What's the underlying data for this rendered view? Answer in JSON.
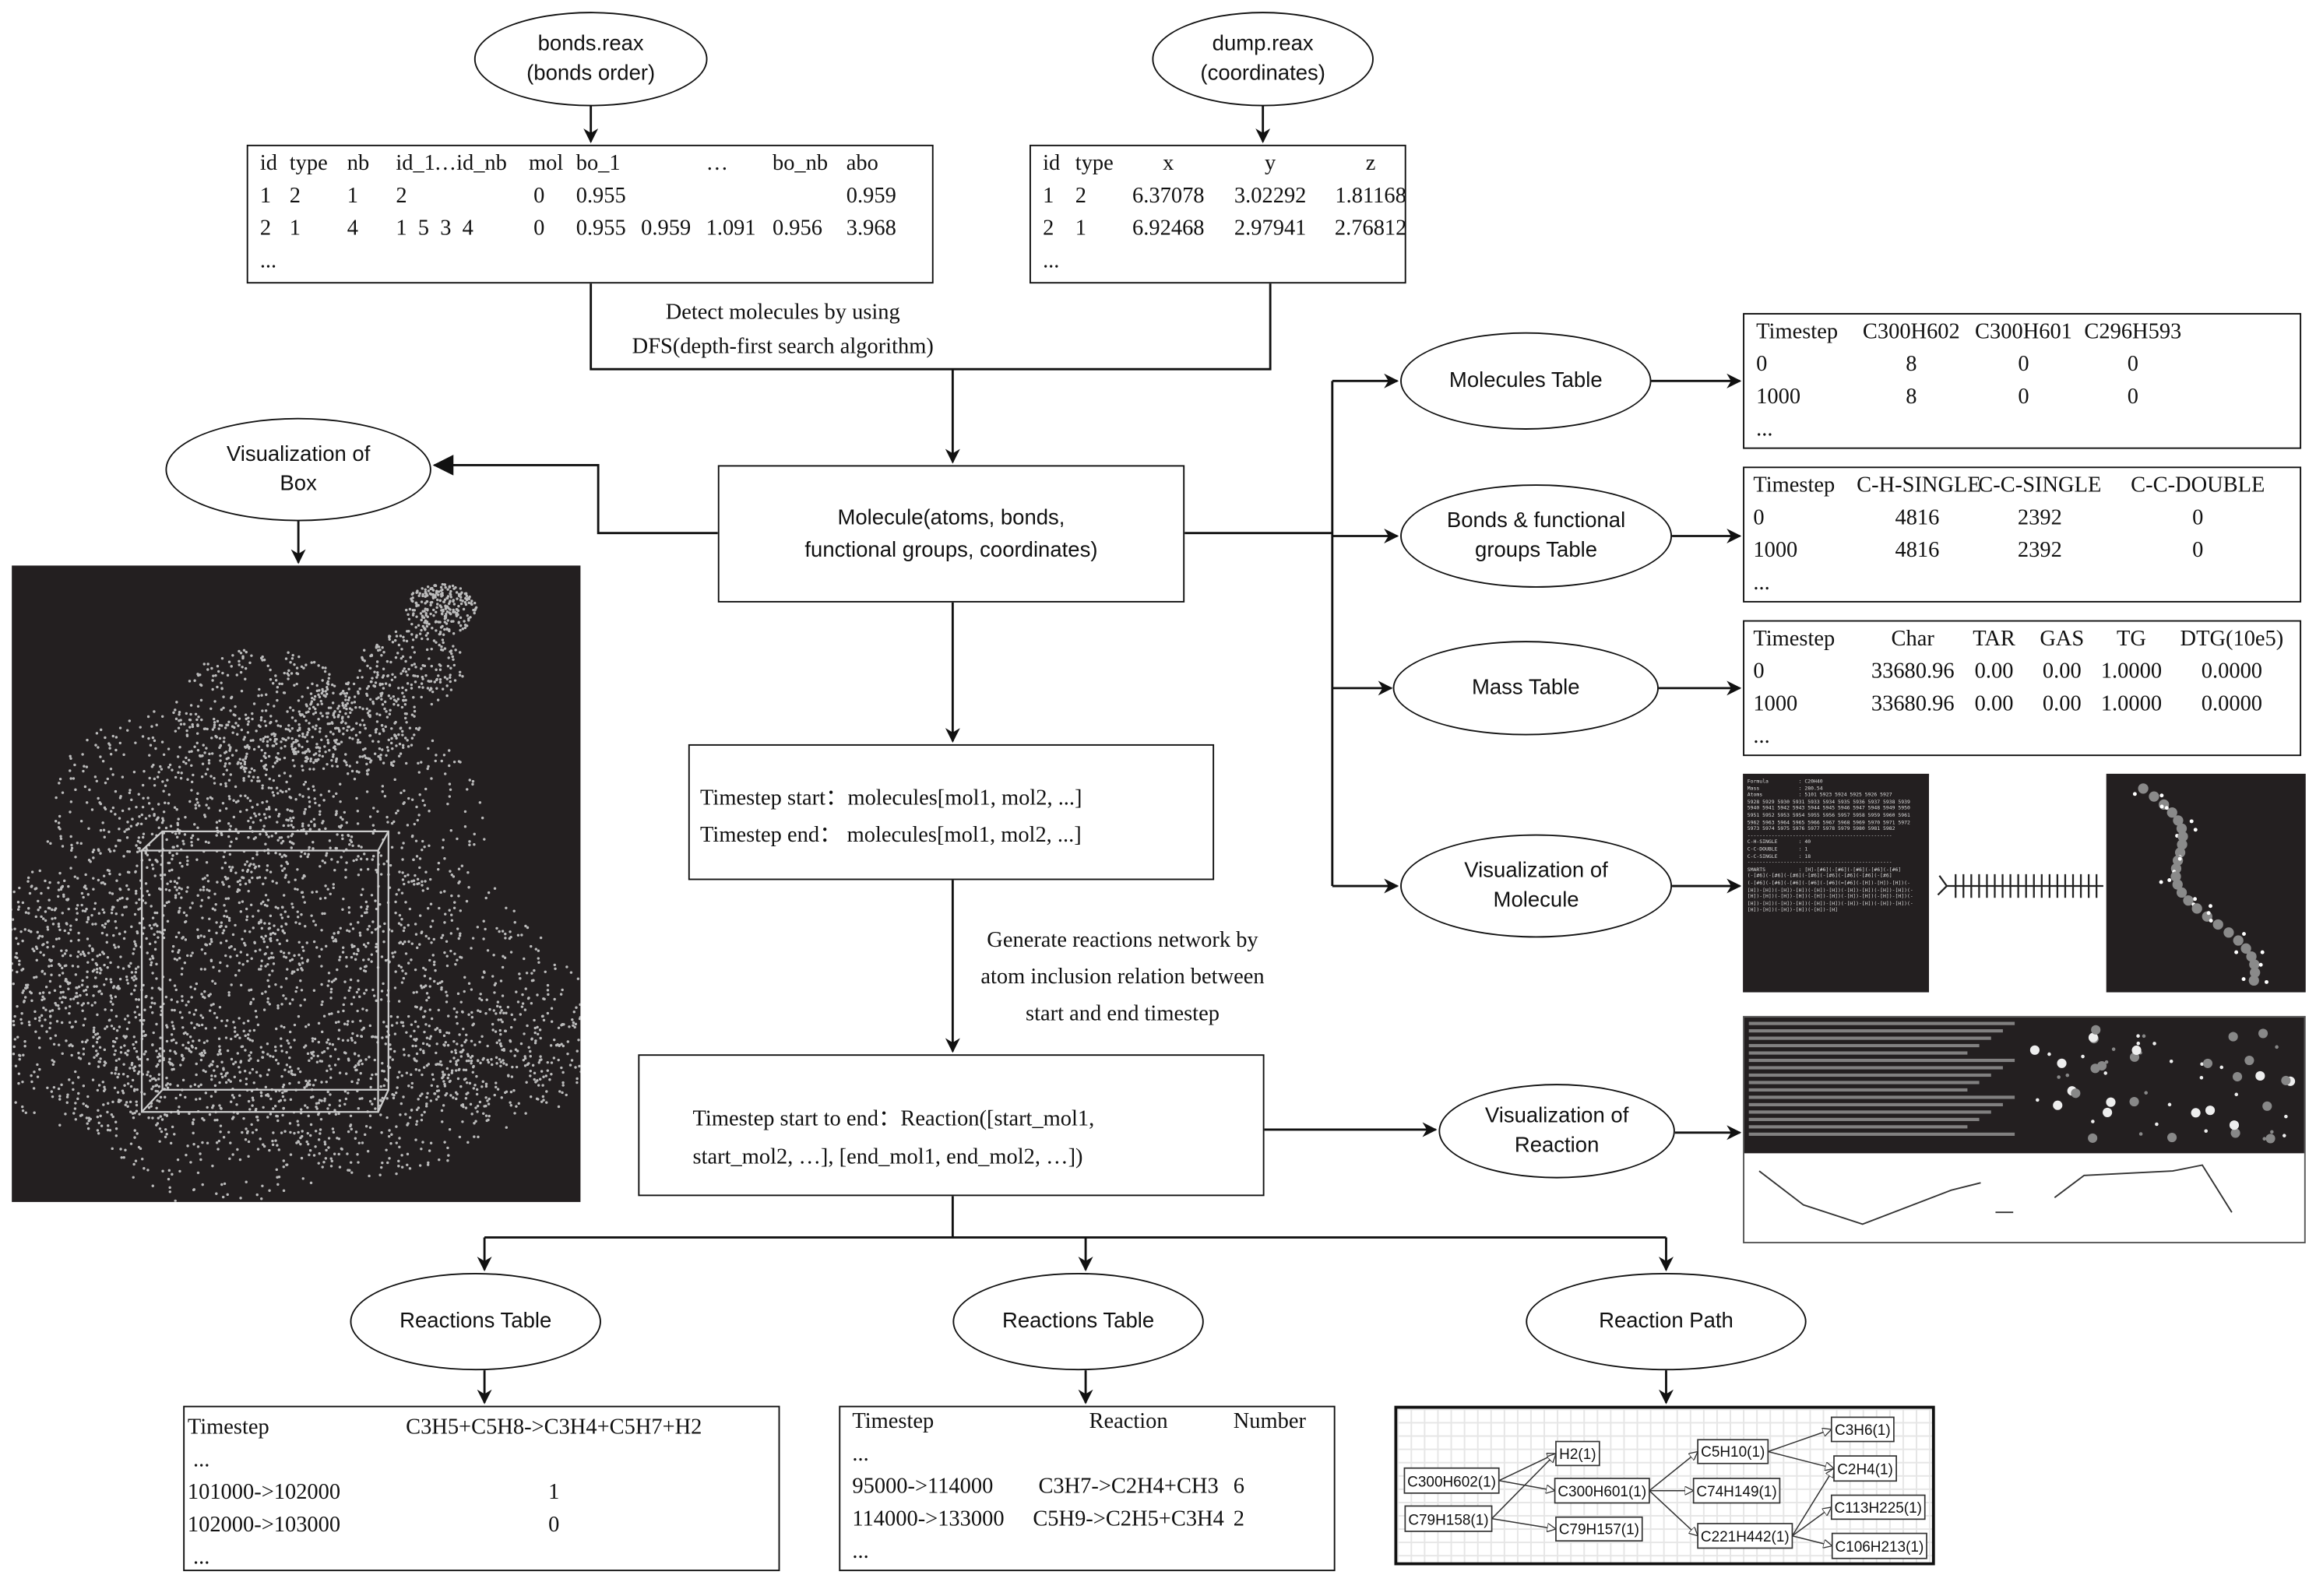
{
  "inputs": {
    "bonds": {
      "title": "bonds.reax",
      "subtitle": "(bonds order)"
    },
    "dump": {
      "title": "dump.reax",
      "subtitle": "(coordinates)"
    }
  },
  "bonds_table": {
    "rows": [
      [
        "id",
        "type",
        "nb",
        "id_1",
        "…id_nb",
        "mol",
        "bo_1",
        "",
        "…",
        "bo_nb",
        "abo"
      ],
      [
        "1",
        "2",
        "1",
        "2",
        "",
        "0",
        "0.955",
        "",
        "",
        "",
        "0.959"
      ],
      [
        "2",
        "1",
        "4",
        "1  5  3  4",
        "",
        "0",
        "0.955",
        "0.959",
        "1.091",
        "0.956",
        "3.968"
      ],
      [
        "..."
      ]
    ]
  },
  "dump_table": {
    "rows": [
      [
        "id",
        "type",
        "x",
        "y",
        "z"
      ],
      [
        "1",
        "2",
        "6.37078",
        "3.02292",
        "1.81168"
      ],
      [
        "2",
        "1",
        "6.92468",
        "2.97941",
        "2.76812"
      ],
      [
        "..."
      ]
    ]
  },
  "detect_note": [
    "Detect molecules by using",
    "DFS(depth-first search algorithm)"
  ],
  "molecule_box": [
    "Molecule(atoms, bonds,",
    "functional groups, coordinates)"
  ],
  "vis_box": {
    "label": "Visualization   of\nBox"
  },
  "timestep_box": [
    "Timestep  start：molecules[mol1, mol2,  ...]",
    "Timestep  end：  molecules[mol1, mol2,  ...]"
  ],
  "generate_note": [
    "Generate  reactions network  by",
    "atom inclusion relation between",
    "start and end timestep"
  ],
  "reaction_box": [
    "Timestep start to end：Reaction([start_mol1,",
    "start_mol2,  …], [end_mol1, end_mol2, …])"
  ],
  "outputs": {
    "molecules_table": {
      "label": "Molecules Table",
      "rows": [
        [
          "Timestep",
          "C300H602",
          "C300H601",
          "C296H593"
        ],
        [
          "0",
          "8",
          "0",
          "0"
        ],
        [
          "1000",
          "8",
          "0",
          "0"
        ],
        [
          "..."
        ]
      ]
    },
    "bonds_fg_table": {
      "label": "Bonds & functional\ngroups Table",
      "rows": [
        [
          "Timestep",
          "C-H-SINGLE",
          "C-C-SINGLE",
          "C-C-DOUBLE"
        ],
        [
          "0",
          "4816",
          "2392",
          "0"
        ],
        [
          "1000",
          "4816",
          "2392",
          "0"
        ],
        [
          "..."
        ]
      ]
    },
    "mass_table": {
      "label": "Mass Table",
      "rows": [
        [
          "Timestep",
          "Char",
          "TAR",
          "GAS",
          "TG",
          "DTG(10e5)"
        ],
        [
          "0",
          "33680.96",
          "0.00",
          "0.00",
          "1.0000",
          "0.0000"
        ],
        [
          "1000",
          "33680.96",
          "0.00",
          "0.00",
          "1.0000",
          "0.0000"
        ],
        [
          "..."
        ]
      ]
    },
    "vis_molecule": {
      "label": "Visualization of\nMolecule",
      "info_lines": [
        "Formula          : C20H40",
        "Mass             : 280.54",
        "Atoms            : 5101 5923 5924 5925 5926 5927",
        "5928 5929 5930 5931 5933 5934 5935 5936 5937 5938 5939",
        "5940 5941 5942 5943 5944 5945 5946 5947 5948 5949 5950",
        "5951 5952 5953 5954 5955 5956 5957 5958 5959 5960 5961",
        "5962 5963 5964 5965 5966 5967 5968 5969 5970 5971 5972",
        "5973 5974 5975 5976 5977 5978 5979 5980 5981 5982",
        "------------------------------------------------",
        "C-H-SINGLE       : 40",
        "C-C-DOUBLE       : 1",
        "C-C-SINGLE       : 18",
        "------------------------------------------------",
        "SMARTS           : [H]-[#6](-[#6](-[#6](-[#6](-[#6]",
        "(-[#6](-[#6](-[#6](-[#6](-[#6](-[#6](-[#6](-[#6]",
        "(-[#6](-[#6](-[#6](-[#6](-[#6](=[#6](-[H])-[H])-[H])(-",
        "[H])-[H])(-[H])-[H])(-[H])-[H])(-[H])-[H])(-[H])-[H])(-",
        "[H])-[H])(-[H])-[H])(-[H])-[H])(-[H])-[H])(-[H])-[H])(-",
        "[H])-[H])(-[H])-[H])(-[H])-[H])(-[H])-[H])(-[H])-[H])(-",
        "[H])-[H])(-[H])-[H])(-[H])-[H]"
      ]
    },
    "vis_reaction": {
      "label": "Visualization of\nReaction"
    }
  },
  "reactions_table_1": {
    "label": "Reactions Table",
    "rows": [
      [
        "Timestep",
        "C3H5+C5H8->C3H4+C5H7+H2"
      ],
      [
        " ..."
      ],
      [
        "101000->102000",
        "1"
      ],
      [
        "102000->103000",
        "0"
      ],
      [
        " ..."
      ]
    ]
  },
  "reactions_table_2": {
    "label": "Reactions Table",
    "rows": [
      [
        "Timestep",
        "Reaction",
        "Number"
      ],
      [
        "..."
      ],
      [
        "95000->114000",
        "C3H7->C2H4+CH3",
        "6"
      ],
      [
        "114000->133000",
        "C5H9->C2H5+C3H4",
        "2"
      ],
      [
        "..."
      ]
    ]
  },
  "reaction_path": {
    "label": "Reaction Path",
    "nodes": [
      "C300H602(1)",
      "C79H158(1)",
      "H2(1)",
      "C300H601(1)",
      "C79H157(1)",
      "C5H10(1)",
      "C74H149(1)",
      "C221H442(1)",
      "C3H6(1)",
      "C2H4(1)",
      "C113H225(1)",
      "C106H213(1)"
    ],
    "edges": [
      [
        "C300H602(1)",
        "H2(1)"
      ],
      [
        "C300H602(1)",
        "C300H601(1)"
      ],
      [
        "C79H158(1)",
        "H2(1)"
      ],
      [
        "C79H158(1)",
        "C79H157(1)"
      ],
      [
        "C300H601(1)",
        "C5H10(1)"
      ],
      [
        "C300H601(1)",
        "C74H149(1)"
      ],
      [
        "C300H601(1)",
        "C221H442(1)"
      ],
      [
        "C5H10(1)",
        "C3H6(1)"
      ],
      [
        "C5H10(1)",
        "C2H4(1)"
      ],
      [
        "C221H442(1)",
        "C2H4(1)"
      ],
      [
        "C221H442(1)",
        "C113H225(1)"
      ],
      [
        "C221H442(1)",
        "C106H213(1)"
      ]
    ]
  }
}
